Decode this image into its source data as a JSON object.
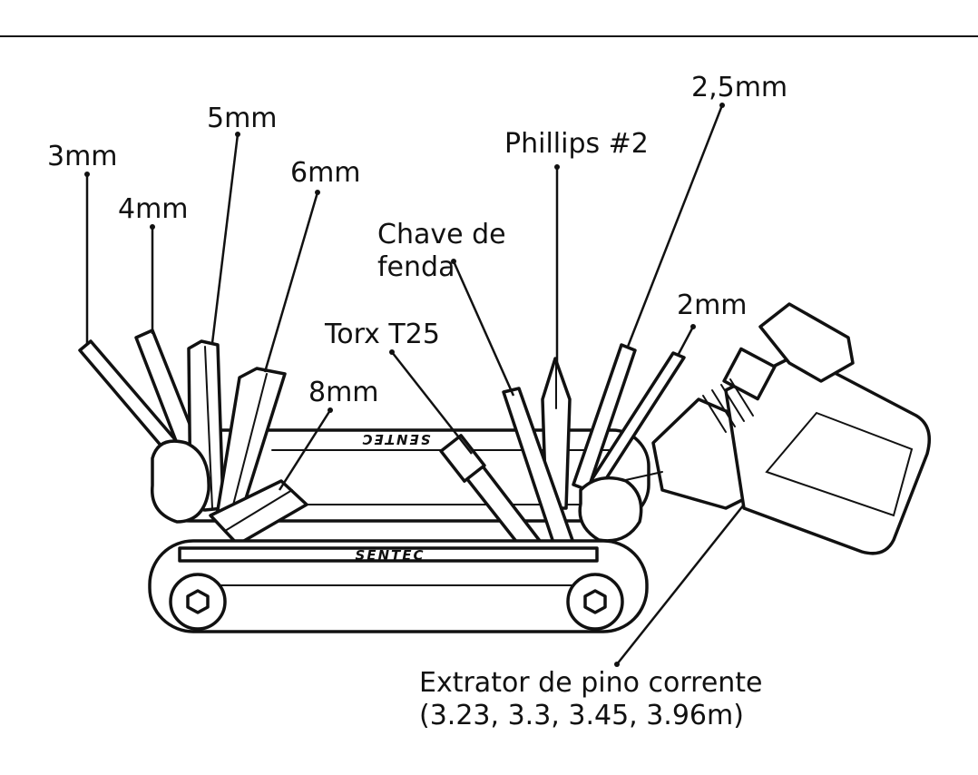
{
  "labels": {
    "hex_3": "3mm",
    "hex_4": "4mm",
    "hex_5": "5mm",
    "hex_6": "6mm",
    "hex_8": "8mm",
    "torx": "Torx T25",
    "flat_line1": "Chave de",
    "flat_line2": "fenda",
    "phillips": "Phillips #2",
    "hex_2_5": "2,5mm",
    "hex_2": "2mm",
    "chain_tool_line1": "Extrator de pino corrente",
    "chain_tool_line2": "(3.23, 3.3, 3.45, 3.96m)"
  },
  "brand": {
    "top_plate": "SENTEC",
    "bottom_plate": "SENTEC"
  },
  "colors": {
    "ink": "#111111",
    "background": "#ffffff"
  }
}
